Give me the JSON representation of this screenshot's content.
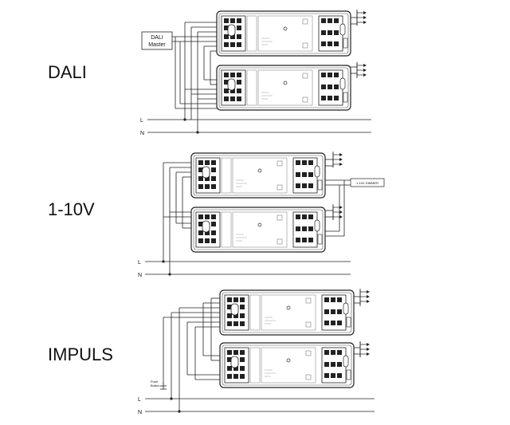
{
  "sections": [
    {
      "label": "DALI"
    },
    {
      "label": "1-10V"
    },
    {
      "label": "IMPULS"
    }
  ],
  "dali_master": {
    "line1": "DALI",
    "line2": "Master"
  },
  "dimmer_label": "1-10V DIMMER",
  "push_button": {
    "line1": "Push",
    "line2": "Button"
  },
  "rails": {
    "l": "L",
    "n": "N"
  }
}
